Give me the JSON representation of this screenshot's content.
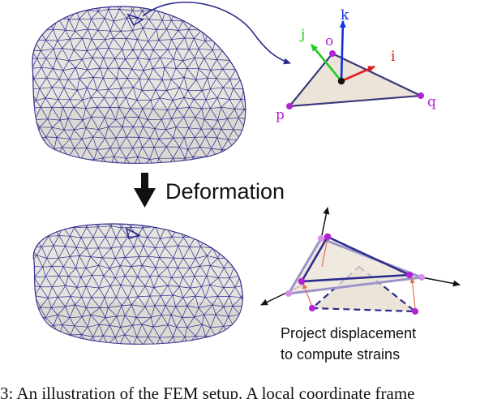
{
  "labels": {
    "o": "o",
    "p": "p",
    "q": "q",
    "i": "i",
    "j": "j",
    "k": "k"
  },
  "deformation_label": "Deformation",
  "note": {
    "line1": "Project displacement",
    "line2": "to compute strains"
  },
  "caption": "3: An illustration of the FEM setup. A local coordinate frame",
  "colors": {
    "mesh_fill": "#e6e4df",
    "mesh_line": "#2b2b8c",
    "triangle_fill": "#ece4d8",
    "triangle_edge": "#3a3a7a",
    "vertex": "#b024d6",
    "vertex_light": "#d48ee8",
    "axis_i": "#e02020",
    "axis_j": "#22cc22",
    "axis_k": "#1030e0",
    "arrow": "#111111",
    "displacement": "#e07050"
  },
  "icons": {
    "deformation_arrow": "down-arrow-icon"
  }
}
